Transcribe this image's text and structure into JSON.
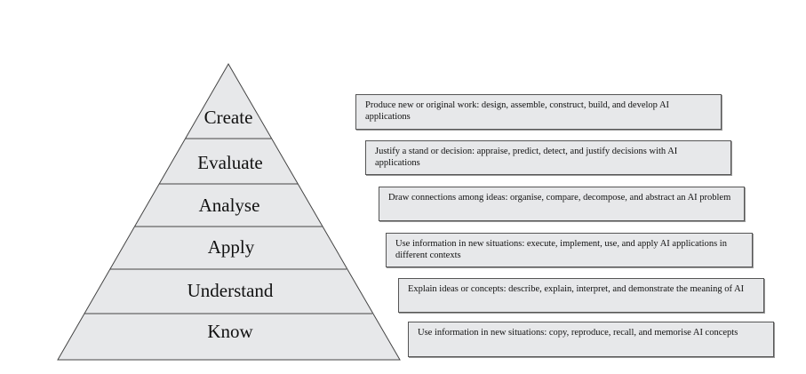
{
  "levels": [
    {
      "label": "Create",
      "description": "Produce new or original work: design, assemble, construct, build, and develop AI applications"
    },
    {
      "label": "Evaluate",
      "description": "Justify a stand or decision: appraise, predict, detect, and justify decisions with AI applications"
    },
    {
      "label": "Analyse",
      "description": "Draw connections among ideas: organise, compare, decompose, and abstract an AI problem"
    },
    {
      "label": "Apply",
      "description": "Use information in new situations: execute, implement, use, and apply AI applications in different contexts"
    },
    {
      "label": "Understand",
      "description": "Explain ideas or concepts: describe, explain, interpret, and demonstrate the meaning of AI"
    },
    {
      "label": "Know",
      "description": "Use information in new situations: copy, reproduce, recall, and memorise AI concepts"
    }
  ],
  "colors": {
    "fill": "#e7e8ea",
    "stroke": "#444444"
  }
}
